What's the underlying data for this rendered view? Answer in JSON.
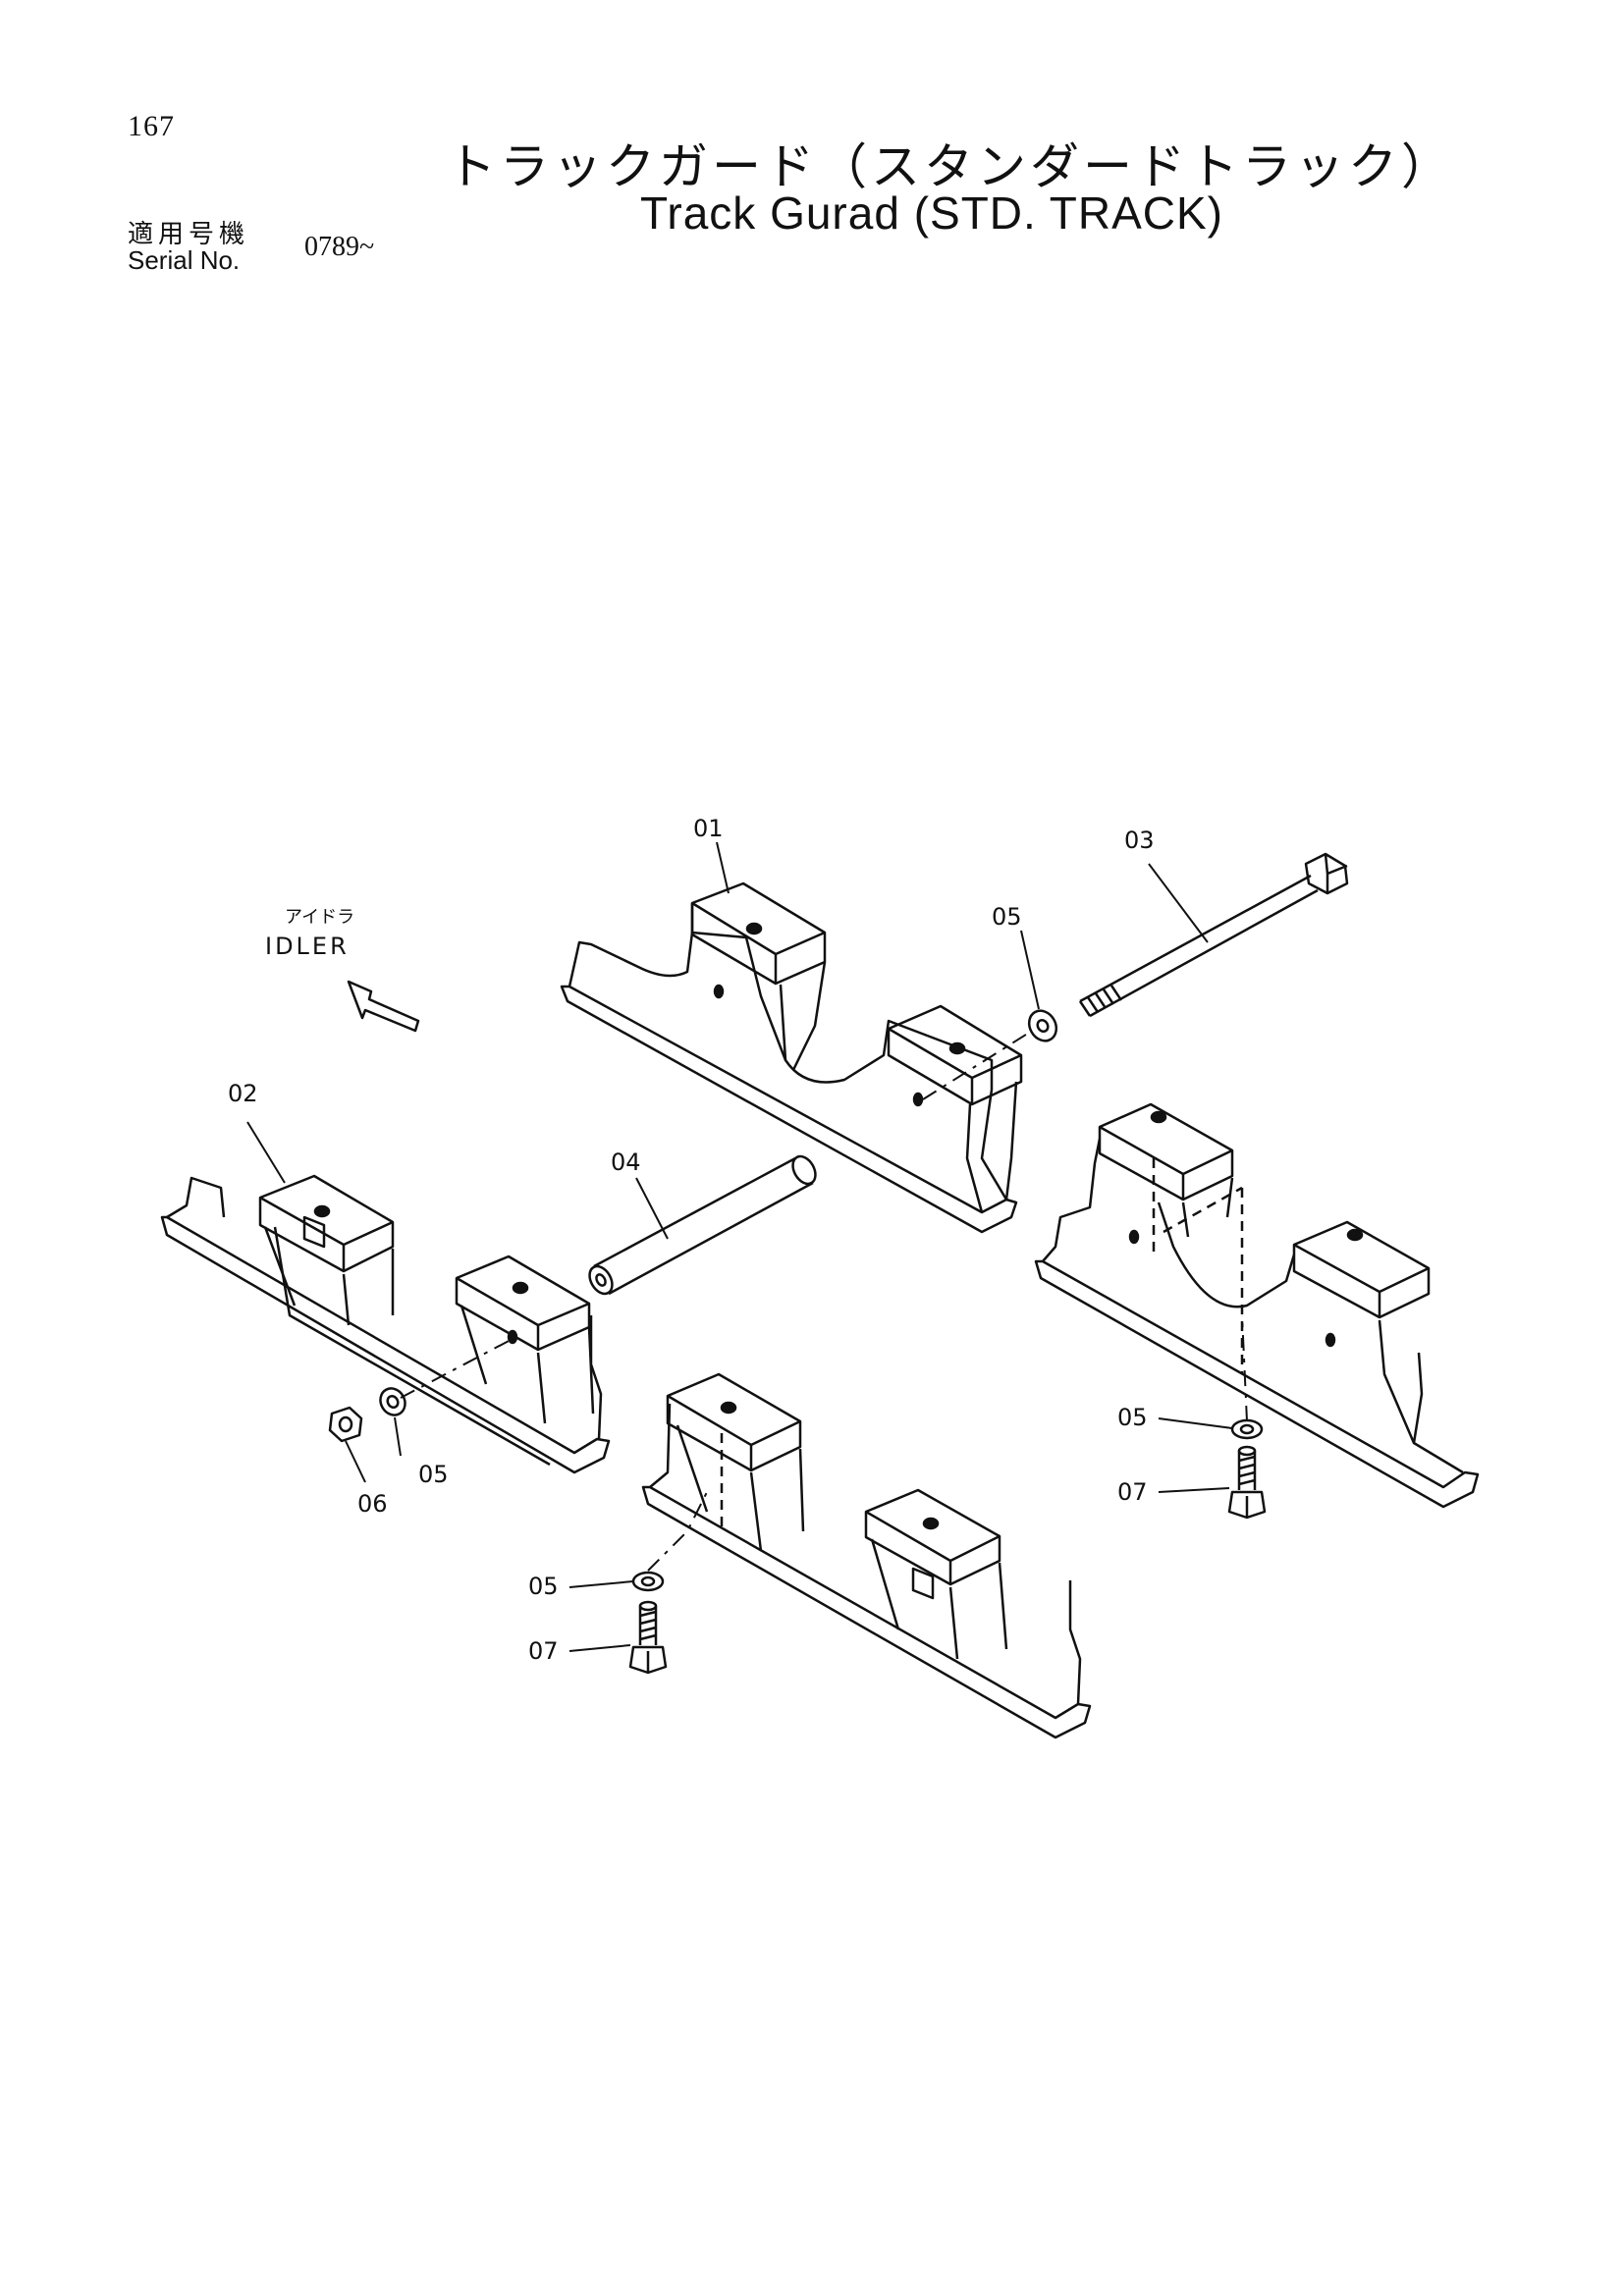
{
  "header": {
    "page_number": "167",
    "title_jp": "トラックガード（スタンダードトラック）",
    "title_en": "Track Gurad (STD. TRACK)",
    "serial_label_jp": "適用号機",
    "serial_label_en": "Serial No.",
    "serial_value": "0789~"
  },
  "diagram": {
    "direction_label_jp": "アイドラ",
    "direction_label_en": "IDLER",
    "callouts": [
      "01",
      "02",
      "03",
      "04",
      "05",
      "05",
      "05",
      "05",
      "06",
      "07",
      "07"
    ]
  }
}
